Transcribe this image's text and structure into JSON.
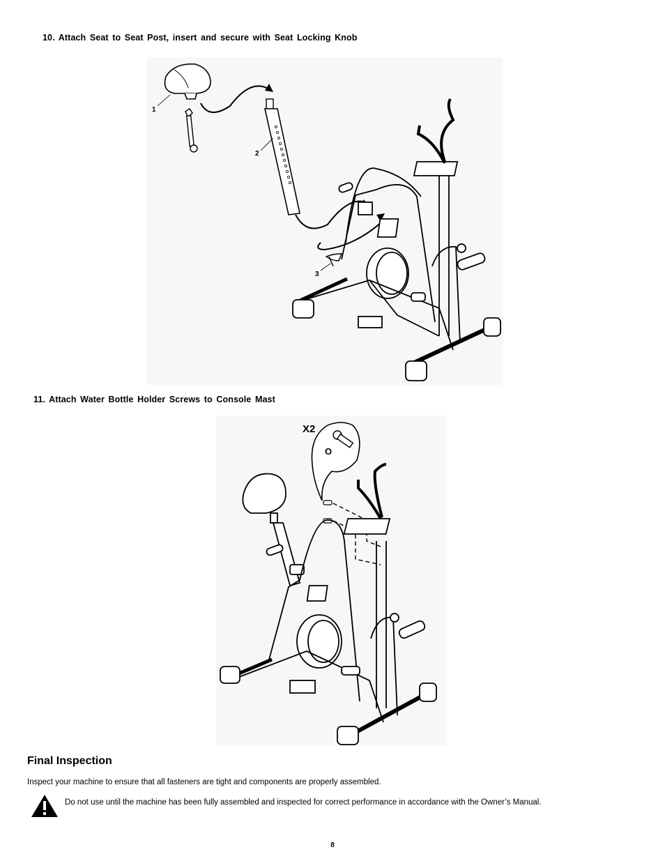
{
  "steps": [
    {
      "title": "10.  Attach  Seat  to  Seat  Post,  insert  and  secure  with  Seat  Locking  Knob",
      "callouts": [
        "1",
        "2",
        "3"
      ]
    },
    {
      "title": "11.  Attach  Water  Bottle  Holder  Screws  to  Console  Mast",
      "quantity": "X2",
      "part_letter": "O"
    }
  ],
  "final_inspection": {
    "heading": "Final  Inspection",
    "text": "Inspect your machine to ensure that all fasteners are tight and components are properly assembled.",
    "warning": "Do not use until the machine has been fully assembled and inspected for correct performance in accordance with the Owner’s Manual."
  },
  "page_number": "8",
  "icons": {
    "warning": "warning-triangle-icon",
    "seat": "seat-icon",
    "wrench": "wrench-icon",
    "seat_post": "seat-post-icon",
    "knob": "seat-locking-knob-icon",
    "screw": "screw-icon"
  }
}
